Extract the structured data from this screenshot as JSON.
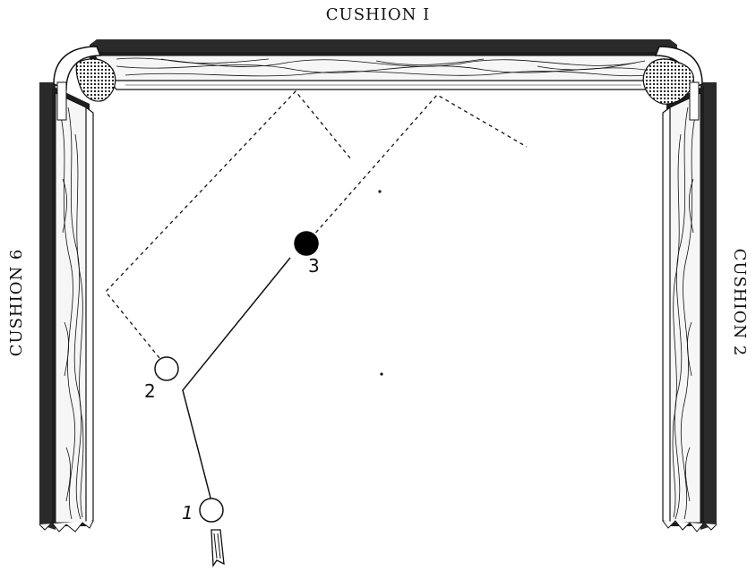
{
  "cushions": {
    "top": "CUSHION I",
    "right": "CUSHION 2",
    "left": "CUSHION 6"
  },
  "balls": [
    {
      "id": "ball-1",
      "label": "1",
      "fill": "#ffffff"
    },
    {
      "id": "ball-2",
      "label": "2",
      "fill": "#ffffff"
    },
    {
      "id": "ball-3",
      "label": "3",
      "fill": "#000000"
    }
  ],
  "colors": {
    "ink": "#111111",
    "rail": "#2a2a2a",
    "paper": "#ffffff"
  }
}
